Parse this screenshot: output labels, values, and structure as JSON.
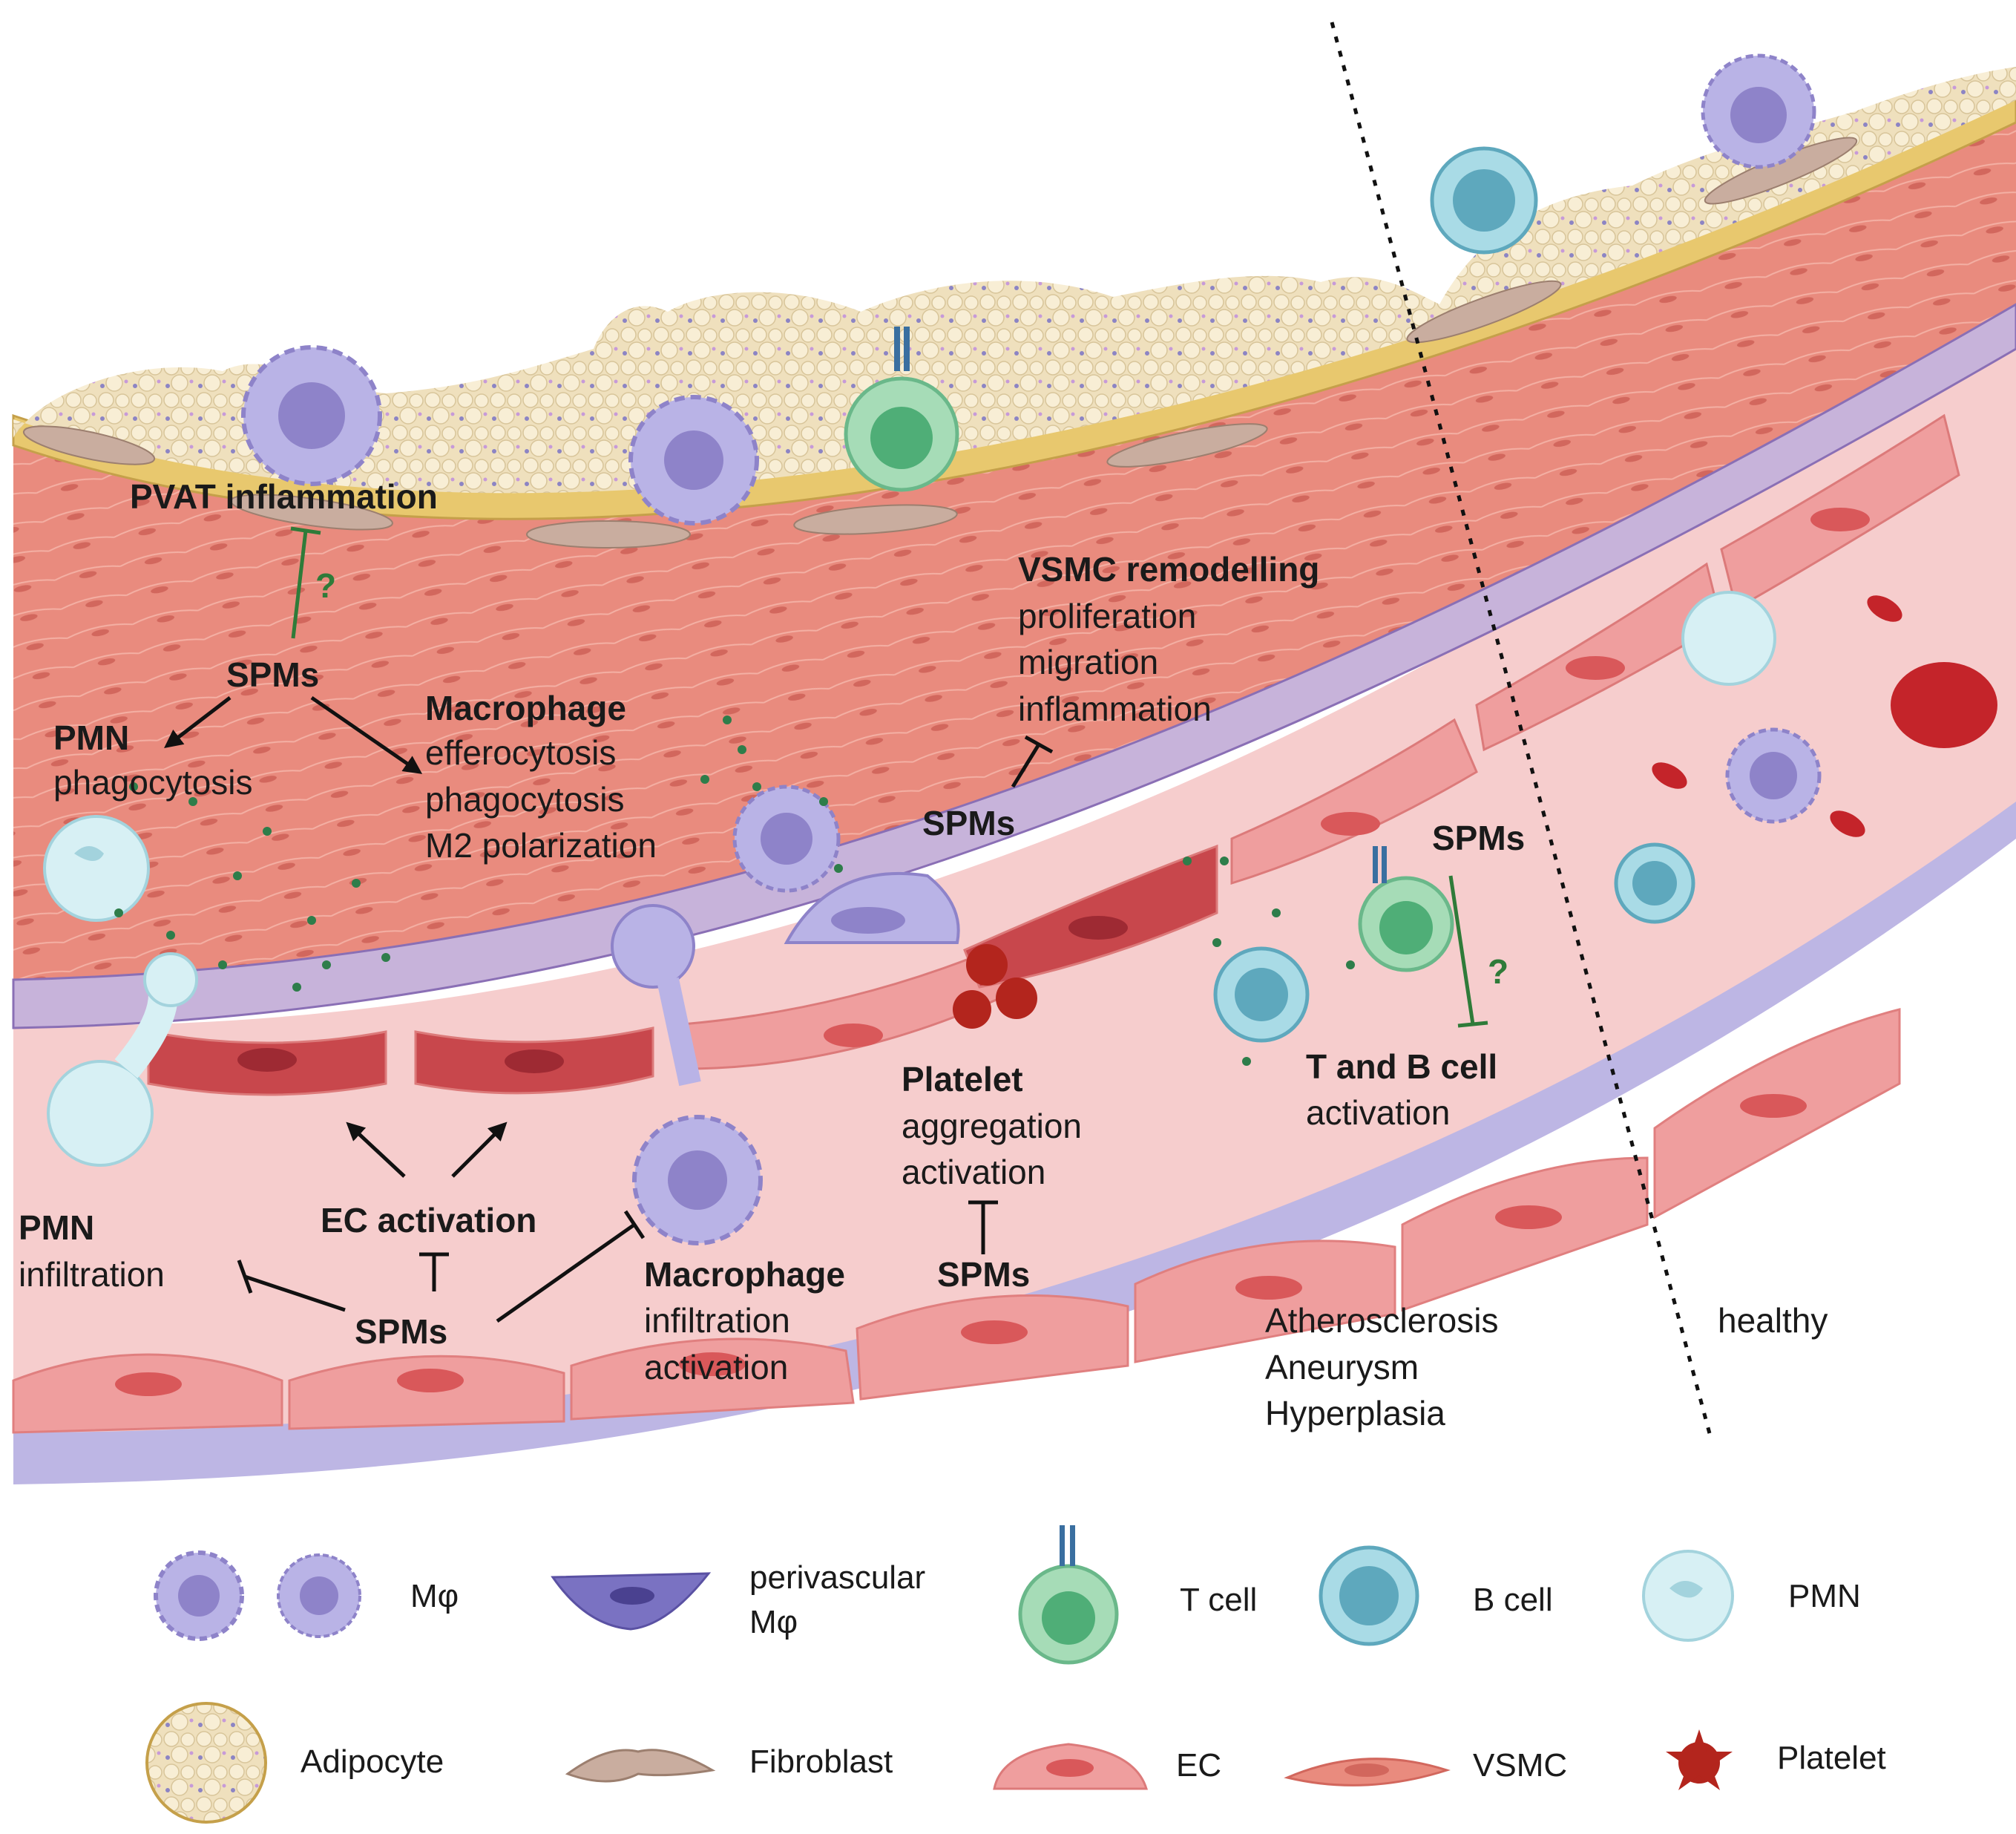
{
  "labels": {
    "pvat_inflammation": "PVAT inflammation",
    "question_mark": "?",
    "spms": "SPMs",
    "pmn": "PMN",
    "phagocytosis": "phagocytosis",
    "macrophage": "Macrophage",
    "efferocytosis": "efferocytosis",
    "m2_polarization": "M2 polarization",
    "vsmc_remodelling": "VSMC remodelling",
    "proliferation": "proliferation",
    "migration": "migration",
    "inflammation": "inflammation",
    "platelet": "Platelet",
    "aggregation": "aggregation",
    "activation": "activation",
    "t_and_b_cell": "T and B cell",
    "ec_activation": "EC activation",
    "infiltration": "infiltration",
    "atherosclerosis": "Atherosclerosis",
    "aneurysm": "Aneurysm",
    "hyperplasia": "Hyperplasia",
    "healthy": "healthy"
  },
  "legend": {
    "macrophage": "Mφ",
    "perivascular_line1": "perivascular",
    "perivascular_line2": "Mφ",
    "t_cell": "T cell",
    "b_cell": "B cell",
    "pmn": "PMN",
    "adipocyte": "Adipocyte",
    "fibroblast": "Fibroblast",
    "ec": "EC",
    "vsmc": "VSMC",
    "platelet": "Platelet"
  },
  "colors": {
    "media": "#e98b7e",
    "media_dark": "#d86f62",
    "lumen": "#f6cdcd",
    "ec": "#ef9e9e",
    "ec_nucleus": "#d9585a",
    "adventitia": "#e8c86e",
    "adipose": "#f1e3c2",
    "elastic_lamina": "#c7b3da",
    "basement": "#bdb6e4",
    "macrophage": "#b9b3e6",
    "macrophage_nucleus": "#8e83c9",
    "t_cell": "#a6dcb7",
    "t_cell_nucleus": "#4fae77",
    "b_cell": "#a9dbe6",
    "b_cell_nucleus": "#5ea8bd",
    "pmn": "#d7f0f4",
    "platelet": "#b3251d",
    "rbc": "#c4242a",
    "fibroblast": "#c9ad9f",
    "inhibit_green": "#2f7b39",
    "spm_dot": "#2e7d4a"
  }
}
